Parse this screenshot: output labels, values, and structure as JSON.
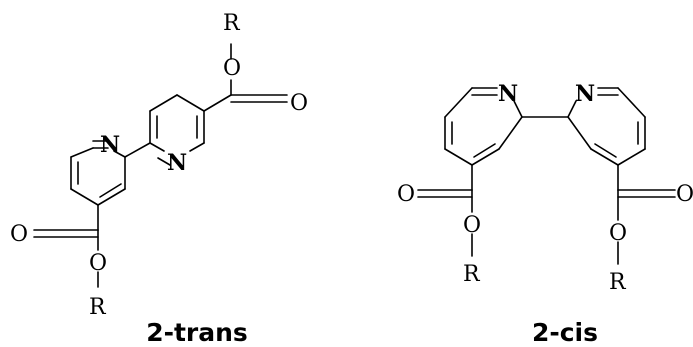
{
  "structures": {
    "trans": {
      "label": "2-trans",
      "atoms": {
        "n1": "N",
        "n2": "N",
        "r_top": "R",
        "o_top_ester": "O",
        "o_top_carbonyl": "O",
        "o_bottom_carbonyl": "O",
        "o_bottom_ester": "O",
        "r_bottom": "R"
      }
    },
    "cis": {
      "label": "2-cis",
      "atoms": {
        "n1": "N",
        "n2": "N",
        "o_left_carbonyl": "O",
        "o_left_ester": "O",
        "r_left": "R",
        "o_right_carbonyl": "O",
        "o_right_ester": "O",
        "r_right": "R"
      }
    }
  }
}
